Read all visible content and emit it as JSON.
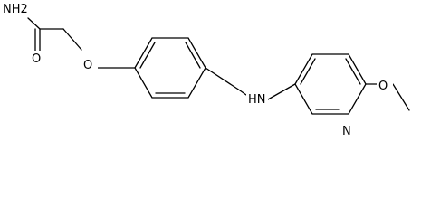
{
  "molecule": {
    "atoms": {
      "nh2": "NH2",
      "o_carbonyl": "O",
      "o_ether": "O",
      "nh_amine": "HN",
      "n_pyridine": "N",
      "o_methoxy": "O"
    }
  }
}
